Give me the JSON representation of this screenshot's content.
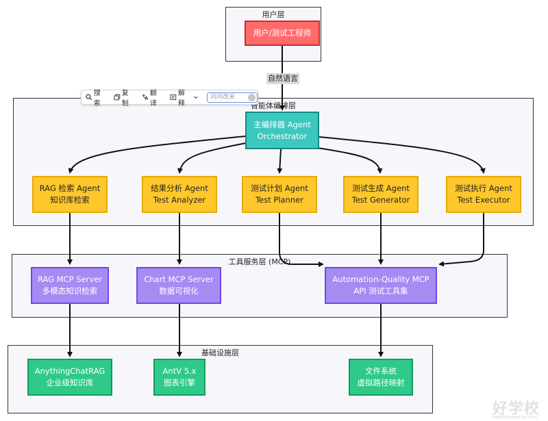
{
  "layers": {
    "user": "用户层",
    "agents": "智能体编排层",
    "mcp": "工具服务层 (MCP)",
    "infra": "基础设施层"
  },
  "nodes": {
    "user": [
      "用户/测试工程师"
    ],
    "orchestrator": [
      "主编排器 Agent",
      "Orchestrator"
    ],
    "rag_agent": [
      "RAG 检索 Agent",
      "知识库检索"
    ],
    "analyzer": [
      "结果分析 Agent",
      "Test Analyzer"
    ],
    "planner": [
      "测试计划 Agent",
      "Test Planner"
    ],
    "generator": [
      "测试生成 Agent",
      "Test Generator"
    ],
    "executor": [
      "测试执行 Agent",
      "Test Executor"
    ],
    "rag_mcp": [
      "RAG MCP Server",
      "多模态知识检索"
    ],
    "chart_mcp": [
      "Chart MCP Server",
      "数据可视化"
    ],
    "aq_mcp": [
      "Automation-Quality MCP",
      "API 测试工具集"
    ],
    "anything": [
      "AnythingChatRAG",
      "企业级知识库"
    ],
    "antv": [
      "AntV 5.x",
      "图表引擎"
    ],
    "fs": [
      "文件系统",
      "虚拟路径映射"
    ]
  },
  "edge_label": "自然语言",
  "toolbar": {
    "search": "搜索",
    "copy": "复制",
    "translate": "翻译",
    "explain": "解释",
    "ask_placeholder": "问问改米"
  },
  "watermark": "好学校",
  "watermark_sub": "www.haoxuexiao.com"
}
